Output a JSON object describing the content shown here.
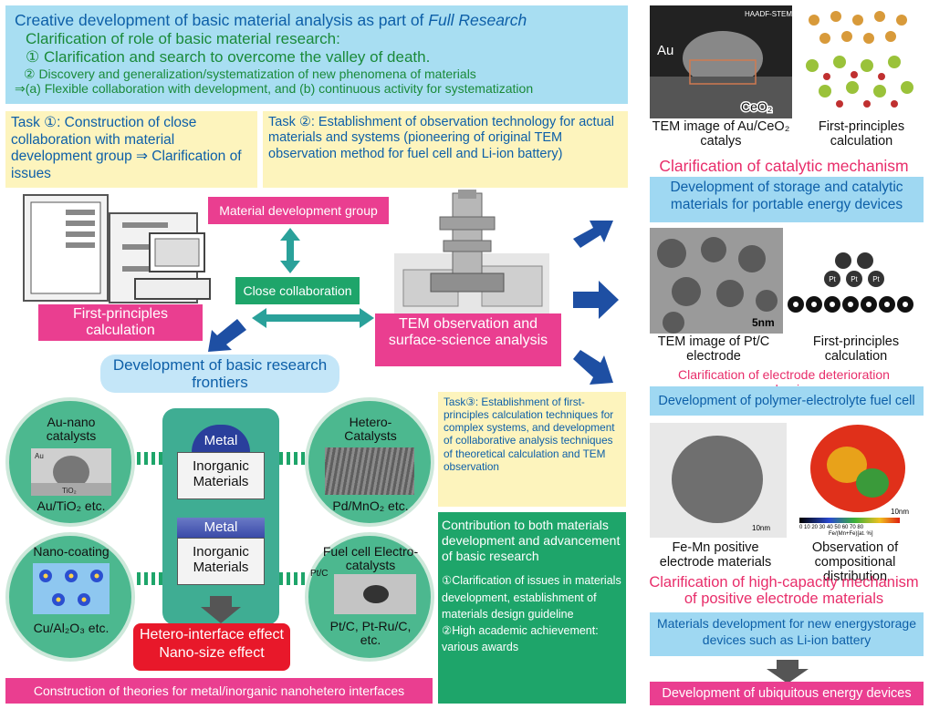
{
  "header": {
    "title_prefix": "Creative development of basic material analysis as part of ",
    "title_emph": "Full Research",
    "line2": "Clarification of role of basic material research:",
    "line3": "① Clarification and search to overcome the valley of death.",
    "line4": "② Discovery and generalization/systematization of new phenomena of materials",
    "line5": "⇒(a) Flexible collaboration with development, and (b) continuous activity for systematization"
  },
  "tasks": {
    "task1": "Task ①: Construction of close collaboration with material development group ⇒ Clarification of issues",
    "task2": "Task ②: Establishment of observation technology for actual materials and systems (pioneering of original TEM observation method for fuel cell and Li-ion battery)",
    "task3": "Task③: Establishment of first-principles calculation techniques for complex systems, and development of collaborative analysis techniques of theoretical calculation and TEM observation"
  },
  "labels": {
    "material_dev_group": "Material development group",
    "close_collab": "Close collaboration",
    "first_principles": "First-principles calculation",
    "tem_observation": "TEM observation and surface-science analysis",
    "frontiers": "Development of basic research frontiers",
    "metal": "Metal",
    "inorganic": "Inorganic Materials",
    "hetero_effect_1": "Hetero-interface effect",
    "hetero_effect_2": "Nano-size effect",
    "construction": "Construction of theories for metal/inorganic nanohetero interfaces"
  },
  "circles": {
    "au_nano": {
      "title": "Au-nano catalysts",
      "sub": "Au/TiO₂ etc.",
      "img_au": "Au",
      "img_tio2": "TiO₂"
    },
    "hetero": {
      "title": "Hetero-Catalysts",
      "sub": "Pd/MnO₂ etc."
    },
    "nano_coating": {
      "title": "Nano-coating",
      "sub": "Cu/Al₂O₃ etc."
    },
    "fuel_cell": {
      "title": "Fuel cell Electro-catalysts",
      "sub": "Pt/C, Pt-Ru/C, etc.",
      "img_label": "Pt/C"
    }
  },
  "contribution": {
    "title": "Contribution to both materials development and advancement of basic research",
    "item1": "①Clarification of issues in materials development, establishment of materials design guideline",
    "item2": "②High academic achievement: various awards"
  },
  "right": {
    "img1_tag": "HAADF-STEM",
    "img1_au": "Au",
    "img1_ceo2": "CeO₂",
    "cap1a": "TEM image of Au/CeO₂ catalys",
    "cap1b": "First-principles calculation",
    "head1": "Clarification of catalytic mechanism",
    "box1": "Development of storage and catalytic materials for portable energy devices",
    "scale2": "5nm",
    "pt": "Pt",
    "cap2a": "TEM image of Pt/C electrode",
    "cap2b": "First-principles calculation",
    "head2": "Clarification of electrode deterioration mechanism",
    "box2": "Development of polymer-electrolyte fuel cell",
    "scale3a": "10nm",
    "scale3b": "10nm",
    "colorbar_ticks": "0 10 20 30 40 50 60 70 80",
    "colorbar_label": "Fe/(Mn+Fe)[at. %]",
    "cap3a": "Fe-Mn positive electrode materials",
    "cap3b": "Observation of compositional distribution",
    "head3": "Clarification of high-capacity mechanism of positive electrode materials",
    "box3": "Materials development for new energystorage devices such as Li-ion battery",
    "final": "Development of ubiquitous energy devices"
  },
  "colors": {
    "pink": "#ea3e90",
    "green": "#1ea56a",
    "light_blue": "#9fd8f2",
    "yellow": "#fdf4bd",
    "arrow_blue": "#1e4fa3",
    "teal": "#2aa19a",
    "red": "#e8182a"
  }
}
